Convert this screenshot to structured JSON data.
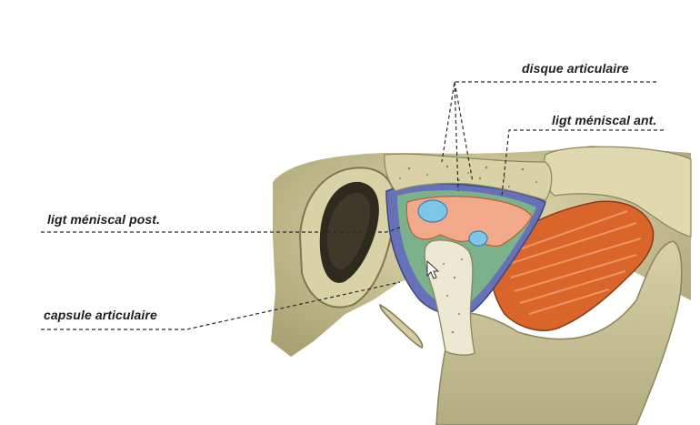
{
  "labels": {
    "disque_articulaire": "disque articulaire",
    "ligt_meniscal_ant": "ligt méniscal ant.",
    "ligt_meniscal_post": "ligt méniscal post.",
    "capsule_articulaire": "capsule articulaire"
  },
  "colors": {
    "bone": "#d6cfa2",
    "bone_shadow": "#a9a274",
    "cartilage": "#ece8d2",
    "disc": "#f2a98a",
    "synovial": "#7dc6e8",
    "capsule": "#6671b8",
    "muscle": "#d9652a",
    "ligament_green": "#7cb28b"
  },
  "icons": [
    "mouse-cursor-icon"
  ]
}
